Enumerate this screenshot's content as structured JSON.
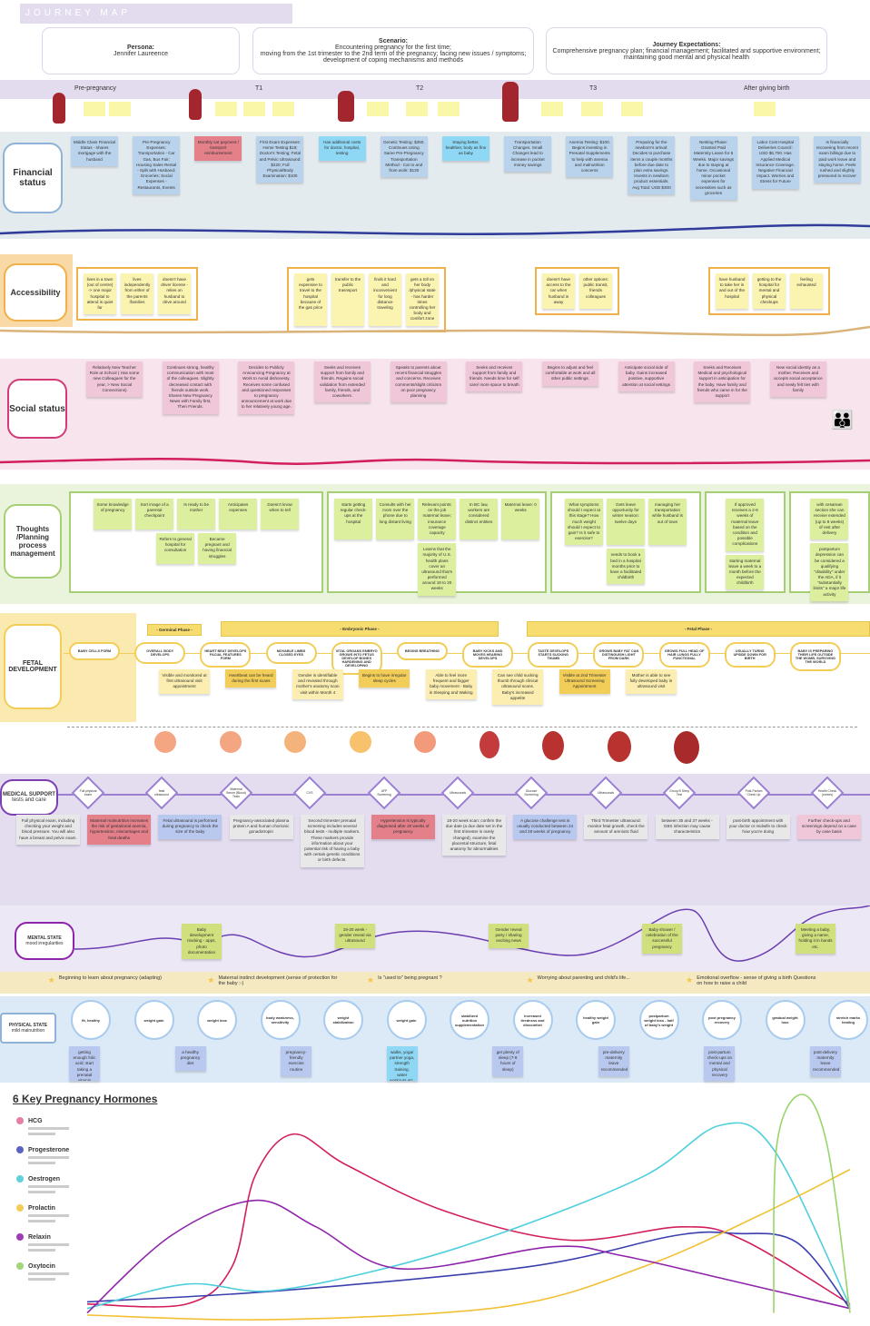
{
  "title": "JOURNEY MAP",
  "header": {
    "persona_label": "Persona:",
    "persona": "Jennifer Laureence",
    "scenario_label": "Scenario:",
    "scenario_1": "Encountering pregnancy for the first time;",
    "scenario_2": "moving from the 1st trimester to the 2nd term of the pregnancy; facing new issues / symptoms; development of coping mechanisms and methods",
    "expect_label": "Journey Expectations:",
    "expect": "Comprehensive pregnancy plan; financial management; facilitated and supportive environment; maintaining good mental and physical health"
  },
  "phases": [
    "Pre-pregnancy",
    "T1",
    "T2",
    "T3",
    "After giving birth"
  ],
  "colors": {
    "blue": "#b9d3ec",
    "red": "#e4808a",
    "cyan": "#8fd8f5",
    "yellow": "#fbf3b0",
    "pink": "#f0c7d9",
    "dpink": "#dc8fb6",
    "green": "#dcef9e",
    "olive": "#cfe07c",
    "ltyellow": "#fbeeb0",
    "gold": "#f2cd57",
    "lilac": "#b9c8ee",
    "grey": "#e8e8e8"
  },
  "financial": {
    "label": "Financial status",
    "notes": [
      {
        "t": "Middle Class Financial Status - shares mortgage with the husband",
        "c": "blue"
      },
      {
        "t": "Pre-Pregnancy Expenses: Transportation - Car Gas, Bus Fair; Housing Sales Rental - Split with Husband; Groceries; Social Expenses - Restaurants, Events",
        "c": "blue"
      },
      {
        "t": "Monthly car payment / transport reimbursement",
        "c": "red"
      },
      {
        "t": "First Exam Expenses: Home Testing $19; Doctor's Testing; Fetal and Pelvic Ultrasound: $220; Full Physical/Body Examination: $100",
        "c": "blue"
      },
      {
        "t": "Has additional costs for doctor, hospital, testing",
        "c": "cyan"
      },
      {
        "t": "Genetic Testing: $350. Continues Using Same Pre-Pregnancy Transportation Method - Car to and from work: $130",
        "c": "blue"
      },
      {
        "t": "Staying better, healthier, body as fine as baby",
        "c": "cyan"
      },
      {
        "t": "Transportation Changes. Small Changes lead to increase in pocket money savings",
        "c": "blue"
      },
      {
        "t": "Anemia Testing: $100. Begins investing in Prenatal Supplements to help with anemia and malnutrition concerns",
        "c": "blue"
      },
      {
        "t": "Preparing for the newborn's arrival: Decides to purchase items a couple months before due date to plan extra savings. Invests in newborn product essentials. Avg Total: USD $300",
        "c": "blue"
      },
      {
        "t": "Nesting Phase: Granted Paid Maternity Leave for 6 Weeks. Major savings due to staying at home. Occasional minor pocket expenses for necessities such as groceries",
        "c": "blue"
      },
      {
        "t": "Labor Cost Hospital Deliveries Council: USD $6,700. Has Applied Medical Insurance Coverage. Negative Financial Impact. Worries and Stress for Future",
        "c": "blue"
      },
      {
        "t": "Is financially recovering from recent exam billings due to paid work leave and staying home. Feels rushed and slightly pressured to recover",
        "c": "blue"
      }
    ]
  },
  "accessibility": {
    "label": "Accessibility",
    "groups": [
      [
        "lives in a town (out of centre) -> one major hospital to attend is quiet far",
        "lives independently from either of the parents /families",
        "doesn't have driver license - relies on husband to drive around"
      ],
      [
        "gets expensive to travel to the hospital because of the gas price",
        "transfer to the public trasnsport",
        "finds it hard and inconvenient for long distance traveling",
        "gets a toll on her body /physical state - has harder times controlling her body and comfort zone"
      ],
      [
        "doesn't have access to the car when husband is away",
        "other options: public transit, friends colleagues"
      ],
      [
        "have husband to take her in and out of the hospital",
        "getting to the hospital for mental and physical checkups",
        "feeling exhausted"
      ]
    ]
  },
  "social": {
    "label": "Social status",
    "notes": [
      {
        "t": "Relatively New Teacher Role at School ( Has some new Colleagues for the year, > New Social Connections)",
        "c": "pink"
      },
      {
        "t": "Continues strong, healthy communication with most of the colleagues. Slightly decreased contact with friends outside work. Shares New Pregnancy News with Family first, Then Friends.",
        "c": "pink"
      },
      {
        "t": "Decides to Publicly Announcing Pregnancy at Work to Avoid dishonesty. Receives some confused and questioned responses to pregnancy announcement at work due to her relatively young age.",
        "c": "pink"
      },
      {
        "t": "Seeks and receives support from family and friends. Regains social validation from extended family, friends, and coworkers.",
        "c": "pink"
      },
      {
        "t": "Speaks to parents about recent financial struggles and concerns. Receives comments/slight criticism on poor pregnancy planning",
        "c": "pink"
      },
      {
        "t": "Seeks and receives support from family and friends. Needs time for self care/ more space to breath",
        "c": "pink"
      },
      {
        "t": "Begins to adjust and feel comfortable at work and all other public settings.",
        "c": "pink"
      },
      {
        "t": "Anticipate social side of baby. Gains increased positive, supportive attention at social settings",
        "c": "pink"
      },
      {
        "t": "Seeks and Receives Medical and psychological support in anticipation for the baby. Have family and friends who came in for the support",
        "c": "pink"
      },
      {
        "t": "New social identity as a mother. Receives and accepts social acceptance and newly felt ties with family",
        "c": "pink"
      }
    ]
  },
  "thoughts": {
    "label": "Thoughts /Planning process management",
    "groups": [
      [
        "Some knowledge of pregnancy",
        "Sort image of a parental checkpoint",
        "Is ready to be mother",
        "Anticipates expenses",
        "Doesn't know when to tell",
        "Refers to general hospital for consultation",
        "Became pregnant and having financial struggles"
      ],
      [
        "starts getting regular check-ups at the hospital",
        "Consults with her mom over the phone due to long distant living",
        "Relevant points: on the job maternal leave; insurance coverage capacity",
        "In BC law, workers are considered distinct entities",
        "Maternal leave: 0 weeks",
        "Learns that the majority of U.S. health plans cover an ultrasound that's performed around 18 to 20 weeks"
      ],
      [
        "What symptoms should I expect at this stage? How much weight should I expect to gain? Is it safe to exercise?",
        "Gets leave opportunity for winter season: twelve days",
        "managing her transportation while husband is out of town",
        "needs to book a bed in a hospital months prior to have a facilitated childbirth"
      ],
      [
        "If approved receives a 2-6 weeks of maternal leave based on the condition and possible complications",
        "starting maternal leave a week to a month before the expected childbirth"
      ],
      [
        "with cesarean section she can receive extended (up to 8 weeks) of rest after delivery",
        "postpartum depression can be considered a qualifying \"disability\" under the ADA, if it \"substantially limits\" a major life activity"
      ]
    ]
  },
  "fetal": {
    "label": "FETAL DEVELOPMENT",
    "phases": [
      "- Germinal Phase -",
      "- Embryonic Phase -",
      "- Fetal Phase -"
    ],
    "milestones": [
      "BABY CELLS FORM",
      "OVERALL BODY DEVELOPS",
      "HEART BEAT DEVELOPS FACIAL FEATURES FORM",
      "MOVABLE LIMBS CLOSED EYES",
      "VITAL ORGANS EMBRYO GROWS INTO FETUS DEVELOP BONES HARDENING AND DEVELOPING",
      "BEGINS BREATHING",
      "BABY KICKS AND MOVES HEARING DEVELOPS",
      "TASTE DEVELOPS STARTS SUCKING THUMB",
      "GROWS BABY FAT CAN DISTINGUISH LIGHT FROM DARK",
      "GROWS FULL HEAD OF HAIR LUNGS FULLY FUNCTIONAL",
      "USUALLY TURNS UPSIDE DOWN FOR BIRTH",
      "BABY IS PREPARING THEIR LIFE OUTSIDE THE WOMB, SURVIVING THE WORLD"
    ],
    "notes": [
      {
        "t": "Visible and monitored at first ultrasound visit appointment",
        "c": "ltyellow"
      },
      {
        "t": "Heartbeat can be heard during the first scans",
        "c": "gold"
      },
      {
        "t": "Gender is identifiable and revealed through mother's anatomy scan visit within Month 4",
        "c": "ltyellow"
      },
      {
        "t": "Begins to have irregular sleep cycles",
        "c": "gold"
      },
      {
        "t": "Able to feel more frequent and bigger baby movement - Baby is Sleeping and Waking",
        "c": "ltyellow"
      },
      {
        "t": "Can see child sucking thumb through clinical ultrasound scans. Baby's increased appetite",
        "c": "ltyellow"
      },
      {
        "t": "Visible at 2nd Trimester Ultrasound Screening Appointment",
        "c": "gold"
      },
      {
        "t": "Mother is able to see fully developed baby in ultrasound visit",
        "c": "ltyellow"
      }
    ]
  },
  "medical": {
    "label": "MEDICAL SUPPORT",
    "sub": "tests and care",
    "tests": [
      "Full physical exam",
      "fetal ultrasound",
      "Maternal Serum (Blood) Tests",
      "CVS",
      "AFP Screening",
      "Ultrasounds",
      "Glucose Screening",
      "Ultrasounds",
      "Group B Strep Test",
      "Post-Partum Check Up",
      "Health Check (nurses)"
    ],
    "notes": [
      {
        "t": "Full physical exam, including checking your weight and blood pressure. You will also have a breast and pelvic exam.",
        "c": "grey"
      },
      {
        "t": "Maternal malnutrition increases the risk of gestational anemia, hypertension, miscarriages and fetal deaths",
        "c": "red"
      },
      {
        "t": "Fetal ultrasound is performed during pregnancy to check the size of the baby",
        "c": "lilac"
      },
      {
        "t": "Pregnancy-associated plasma protein A and human chorionic gonadotropin",
        "c": "grey"
      },
      {
        "t": "Second trimester prenatal screening includes several blood tests - multiple markers. These markers provide information about your potential risk of having a baby with certain genetic conditions or birth defects.",
        "c": "grey"
      },
      {
        "t": "Hypertension is typically diagnosed after 20 weeks of pregnancy",
        "c": "red"
      },
      {
        "t": "18-20 week scan: confirm the due date (a due date set in the first trimester is rarely changed), examine the placental structure, fetal anatomy for abnormalities",
        "c": "grey"
      },
      {
        "t": "A glucose challenge test is usually conducted between 24 and 28 weeks of pregnancy",
        "c": "lilac"
      },
      {
        "t": "Third Trimester ultrasound: monitor fetal growth, check the amount of amniotic fluid",
        "c": "grey"
      },
      {
        "t": "between 35 and 37 weeks - GBS infection may cause characteristics",
        "c": "grey"
      },
      {
        "t": "post-birth appointment with your doctor or midwife to check how you're doing",
        "c": "grey"
      },
      {
        "t": "Further check-ups and screenings depend on a case by case basis",
        "c": "pink"
      }
    ]
  },
  "mental": {
    "label": "MENTAL STATE",
    "sub": "mood irregularities",
    "notes": [
      {
        "t": "Baby development tracking - apps, photo documentation",
        "c": "olive"
      },
      {
        "t": "19-20 week - gender reveal via ultrasound",
        "c": "olive"
      },
      {
        "t": "Gender reveal party / sharing exciting news",
        "c": "olive"
      },
      {
        "t": "Baby shower / celebration of the successful pregnancy",
        "c": "olive"
      },
      {
        "t": "Meeting a baby, giving a name, holding it in hands etc.",
        "c": "olive"
      }
    ]
  },
  "emotions": [
    "Beginning to learn about pregnancy (adapting)",
    "Maternal instinct development (sense of protection for the baby :-)",
    "Is \"used to\" being pregnant ?",
    "Worrying about parenting and child's life...",
    "Emotional overflow - sense of giving a birth Questions on how to raise a child"
  ],
  "physical": {
    "label": "PHYSICAL STATE",
    "sub": "mild malnutrition",
    "states": [
      "fit, healthy",
      "weight gain",
      "weight loss",
      "body weakness, sensitivity",
      "weight stabilization",
      "weight gain",
      "stabilized nutrition supplementation",
      "increased tiredness and discomfort",
      "healthy weight gain",
      "postpartum weight loss - half of baby's weight",
      "post pregnancy recovery",
      "gradual weight loss",
      "stretch marks healing"
    ],
    "notes": [
      {
        "t": "getting enough folic acid; start taking a prenatal vitamin",
        "c": "lilac"
      },
      {
        "t": "a healthy pregnancy diet",
        "c": "lilac"
      },
      {
        "t": "pregnancy-friendly exercise routine",
        "c": "lilac"
      },
      {
        "t": "walks, yoga/ partner yoga, strength training, water workouts etc.",
        "c": "cyan"
      },
      {
        "t": "get plenty of sleep (7-9 hours of sleep)",
        "c": "lilac"
      },
      {
        "t": "pre-delivery maternity leave recommended",
        "c": "lilac"
      },
      {
        "t": "post-partum check-ups on mental and physical recovery",
        "c": "lilac"
      },
      {
        "t": "post-delivery maternity leave recommended",
        "c": "lilac"
      }
    ]
  },
  "chart_data": {
    "type": "line",
    "title": "6 Key Pregnancy Hormones",
    "xlabel": "",
    "ylabel": "",
    "xlim": [
      0,
      100
    ],
    "ylim": [
      0,
      100
    ],
    "grid": false,
    "legend": "left",
    "series": [
      {
        "name": "HCG",
        "color": "#d21e5e",
        "points": [
          [
            0,
            5
          ],
          [
            13,
            5
          ],
          [
            19,
            22
          ],
          [
            22,
            63
          ],
          [
            27,
            82
          ],
          [
            34,
            68
          ],
          [
            47,
            47
          ],
          [
            63,
            34
          ],
          [
            78,
            40
          ],
          [
            86,
            34
          ],
          [
            100,
            5
          ]
        ]
      },
      {
        "name": "Progesterone",
        "color": "#3a3fae",
        "points": [
          [
            0,
            6
          ],
          [
            25,
            11
          ],
          [
            58,
            22
          ],
          [
            77,
            36
          ],
          [
            85,
            37
          ],
          [
            93,
            33
          ],
          [
            100,
            3
          ]
        ]
      },
      {
        "name": "Oestrogen",
        "color": "#4ecfdc",
        "points": [
          [
            0,
            3
          ],
          [
            13,
            14
          ],
          [
            24,
            11
          ],
          [
            40,
            22
          ],
          [
            55,
            38
          ],
          [
            73,
            63
          ],
          [
            83,
            86
          ],
          [
            90,
            75
          ],
          [
            100,
            4
          ]
        ]
      },
      {
        "name": "Prolactin",
        "color": "#f2c033",
        "points": [
          [
            0,
            0
          ],
          [
            25,
            -2
          ],
          [
            55,
            4
          ],
          [
            73,
            22
          ],
          [
            88,
            45
          ],
          [
            100,
            66
          ]
        ]
      },
      {
        "name": "Relaxin",
        "color": "#8e24aa",
        "points": [
          [
            0,
            1
          ],
          [
            11,
            36
          ],
          [
            22,
            52
          ],
          [
            30,
            40
          ],
          [
            41,
            21
          ],
          [
            61,
            31
          ],
          [
            70,
            27
          ],
          [
            84,
            16
          ],
          [
            100,
            3
          ]
        ]
      },
      {
        "name": "Oxytocin",
        "color": "#98d46c",
        "points": [
          [
            90,
            1
          ],
          [
            90.4,
            77
          ],
          [
            93.7,
            100
          ],
          [
            97,
            77
          ],
          [
            100,
            1
          ]
        ]
      }
    ],
    "legend_dots": [
      "#e57fa8",
      "#5b62c0",
      "#5fd0dc",
      "#f2cd57",
      "#9c3db5",
      "#a3d67a"
    ]
  }
}
